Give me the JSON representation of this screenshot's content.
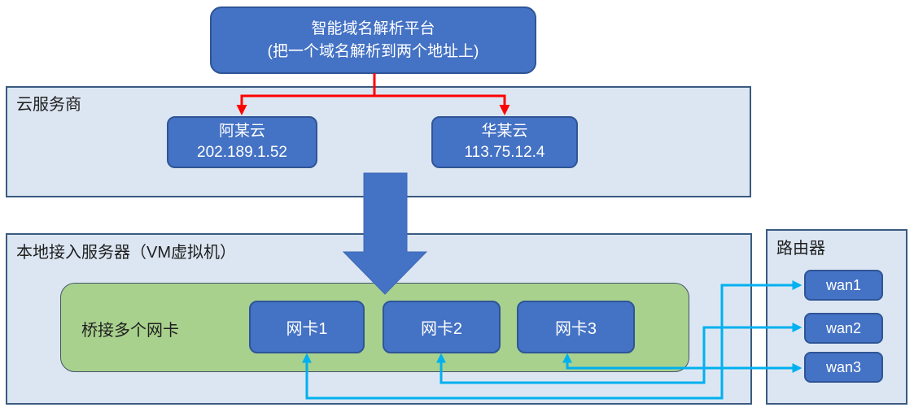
{
  "dns_platform": {
    "line1": "智能域名解析平台",
    "line2": "(把一个域名解析到两个地址上)"
  },
  "cloud_section": {
    "label": "云服务商",
    "providers": [
      {
        "name": "阿某云",
        "ip": "202.189.1.52"
      },
      {
        "name": "华某云",
        "ip": "113.75.12.4"
      }
    ]
  },
  "local_section": {
    "label": "本地接入服务器（VM虚拟机）",
    "bridge_label": "桥接多个网卡",
    "nics": [
      "网卡1",
      "网卡2",
      "网卡3"
    ]
  },
  "router_section": {
    "label": "路由器",
    "wans": [
      "wan1",
      "wan2",
      "wan3"
    ]
  },
  "connections": {
    "dns_to_clouds": [
      {
        "from": "智能域名解析平台",
        "to": "阿某云",
        "color": "#ff0000"
      },
      {
        "from": "智能域名解析平台",
        "to": "华某云",
        "color": "#ff0000"
      }
    ],
    "clouds_to_local": {
      "from": "云服务商",
      "to": "本地接入服务器（VM虚拟机）",
      "style": "big-block-arrow",
      "color": "#4472c4"
    },
    "nic_to_wan": [
      {
        "from": "网卡1",
        "to": "wan1",
        "color": "#00b0f0"
      },
      {
        "from": "网卡2",
        "to": "wan2",
        "color": "#00b0f0"
      },
      {
        "from": "网卡3",
        "to": "wan3",
        "color": "#00b0f0"
      }
    ]
  },
  "colors": {
    "panel_fill": "#dce6f2",
    "panel_border": "#3a5a80",
    "box_blue": "#4472c4",
    "box_border": "#2f5597",
    "green_fill": "#a9d18e",
    "green_border": "#44546a",
    "red": "#ff0000",
    "cyan": "#00b0f0",
    "text_dark": "#1f1f1f",
    "text_light": "#ffffff"
  }
}
